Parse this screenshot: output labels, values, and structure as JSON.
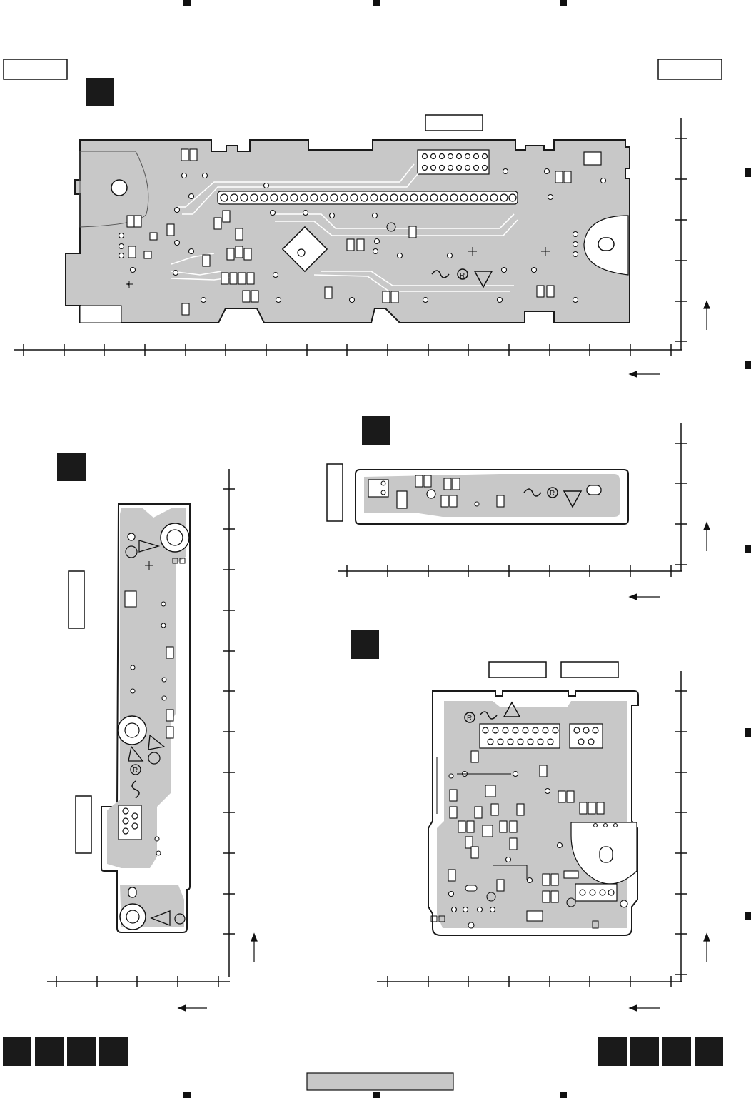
{
  "page": {
    "title": "",
    "footer_label": ""
  },
  "colors": {
    "board_fill": "#c8c8c8",
    "board_edge": "#1a1a1a",
    "trace": "#ffffff",
    "pad_fill": "#ffffff",
    "ink": "#111111",
    "marker": "#1a1a1a"
  },
  "icons": {
    "arrow": "left-arrow-icon",
    "up_arrow": "up-arrow-icon",
    "registration": "circle-r-icon",
    "recycle": "recycle-mark-icon",
    "warning": "triangle-icon"
  },
  "boards": [
    {
      "id": "board-a",
      "name": "",
      "label": ""
    },
    {
      "id": "board-b",
      "name": "",
      "label": ""
    },
    {
      "id": "board-c",
      "name": "",
      "label": ""
    },
    {
      "id": "board-d",
      "name": "",
      "label": ""
    }
  ]
}
